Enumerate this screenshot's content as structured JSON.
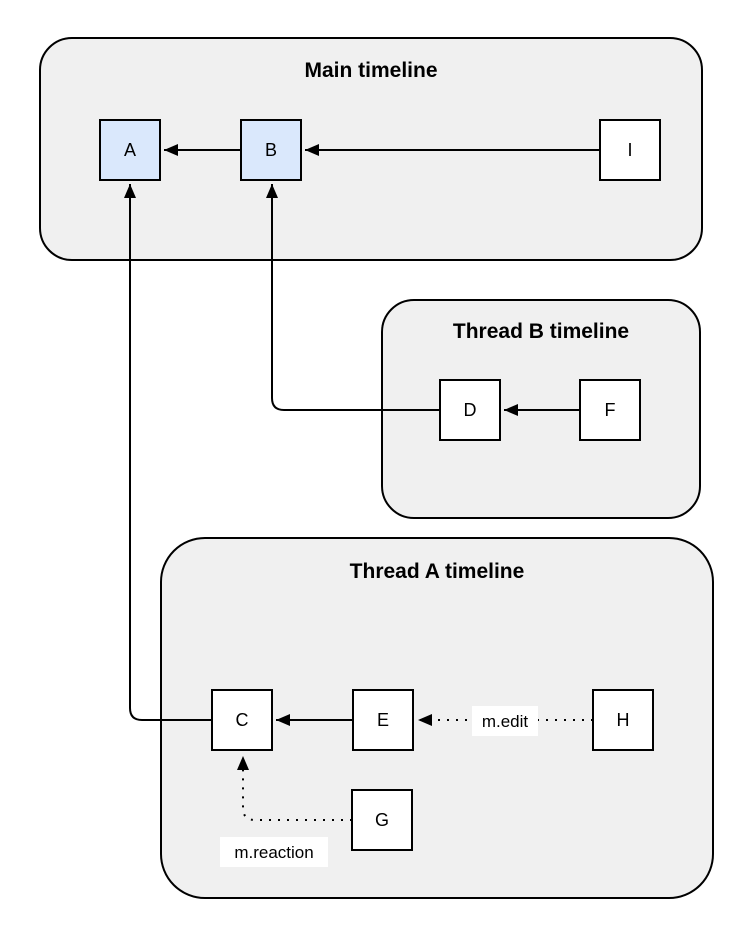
{
  "diagram_type": "timeline-event-dag",
  "colors": {
    "page_background": "#ffffff",
    "container_fill": "#f0f0f0",
    "container_stroke": "#000000",
    "node_fill_highlight": "#dae8fc",
    "node_fill_default": "#ffffff",
    "node_stroke": "#000000",
    "edge_color": "#000000",
    "label_background": "#ffffff"
  },
  "containers": {
    "main": {
      "title": "Main timeline"
    },
    "thread_b": {
      "title": "Thread B timeline"
    },
    "thread_a": {
      "title": "Thread A timeline"
    }
  },
  "nodes": {
    "a": {
      "label": "A"
    },
    "b": {
      "label": "B"
    },
    "i": {
      "label": "I"
    },
    "d": {
      "label": "D"
    },
    "f": {
      "label": "F"
    },
    "c": {
      "label": "C"
    },
    "e": {
      "label": "E"
    },
    "h": {
      "label": "H"
    },
    "g": {
      "label": "G"
    }
  },
  "edge_labels": {
    "h_to_e": "m.edit",
    "g_to_c": "m.reaction"
  }
}
